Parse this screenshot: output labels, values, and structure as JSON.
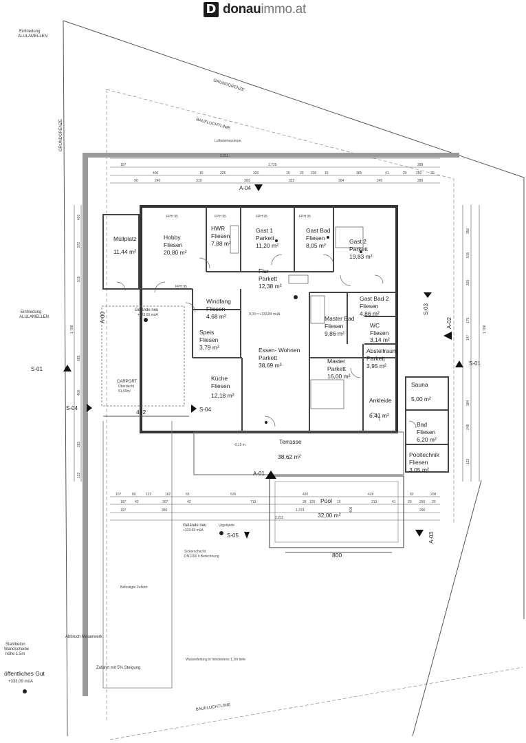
{
  "header": {
    "logo_mark": "D",
    "logo_text_bold": "donau",
    "logo_text_light": "immo.at"
  },
  "site_labels": {
    "grundgrenze_top": "GRUNDGRENZE",
    "grundgrenze_left": "GRUNDGRENZE",
    "bauflucht_top": "BAUFLUCHTLINIE",
    "bauflucht_bottom": "BAUFLUCHTLINIE",
    "einfriedung_top_1": "Einfriedung",
    "einfriedung_top_2": "ALULAMELLEN",
    "einfriedung_mid_1": "Einfriedung",
    "einfriedung_mid_2": "ALULAMELLEN",
    "stahlbeton_1": "Stahlbeton",
    "stahlbeton_2": "Wandscheibe",
    "stahlbeton_3": "höhe 1.5m",
    "oeffentlich_1": "öffentliches Gut",
    "oeffentlich_2": "+333,09 müA",
    "abbruch": "Abbruch Mauerwerk",
    "zufahrt": "Zufahrt mit 5% Steigung",
    "befestigte_zufahrt": "Befestigte Zufahrt",
    "wasserleitung": "Wasserleitung in mindestens 1,2m tiefe",
    "gelaende_neu_1": "Gelände neu",
    "gelaende_neu_1_val": "+333,69 müA",
    "gelaende_neu_2": "Gelände neu",
    "gelaende_neu_2_val": "+333,69 müA",
    "urgelaende": "Urgelände",
    "sickerschacht_1": "Sickerschacht",
    "sickerschacht_2": "DN1200 lt Berechnung",
    "level_00": "0,00 = +333,84 müA",
    "level_terrace": "-0,15 m",
    "luftwaerme_1": "Luftwärmepumpe",
    "carport_1": "CARPORT",
    "carport_2": "Überdacht",
    "carport_3": "51,59m²",
    "dim_492": "492",
    "dim_800": "800",
    "dim_400": "400"
  },
  "rooms": [
    {
      "name": "Müllplatz",
      "floor": "",
      "area": "11,44 m²"
    },
    {
      "name": "Hobby",
      "floor": "Fliesen",
      "area": "20,80 m²"
    },
    {
      "name": "HWR",
      "floor": "Fliesen",
      "area": "7,88 m²"
    },
    {
      "name": "Gast 1",
      "floor": "Parkett",
      "area": "11,20 m²"
    },
    {
      "name": "Gast Bad",
      "floor": "Fliesen",
      "area": "8,05 m²"
    },
    {
      "name": "Gast 2",
      "floor": "Parkett",
      "area": "19,83 m²"
    },
    {
      "name": "Flur",
      "floor": "Parkett",
      "area": "12,38 m²"
    },
    {
      "name": "Windfang",
      "floor": "Fliesen",
      "area": "4,68 m²"
    },
    {
      "name": "Master Bad",
      "floor": "Fliesen",
      "area": "9,86 m²"
    },
    {
      "name": "Gast Bad 2",
      "floor": "Fliesen",
      "area": "4,86 m²"
    },
    {
      "name": "WC",
      "floor": "Fliesen",
      "area": "3,14 m²"
    },
    {
      "name": "Speis",
      "floor": "Fliesen",
      "area": "3,79 m²"
    },
    {
      "name": "Essen- Wohnen",
      "floor": "Parkett",
      "area": "38,69 m²"
    },
    {
      "name": "Abstellraum",
      "floor": "Parkett",
      "area": "3,95 m²"
    },
    {
      "name": "Master",
      "floor": "Parkett",
      "area": "16,00 m²"
    },
    {
      "name": "Küche",
      "floor": "Fliesen",
      "area": "12,18 m²"
    },
    {
      "name": "Ankleide",
      "floor": "",
      "area": "6,41 m²"
    },
    {
      "name": "Sauna",
      "floor": "",
      "area": "5,00 m²"
    },
    {
      "name": "Bad",
      "floor": "Fliesen",
      "area": "6,20 m²"
    },
    {
      "name": "Terrasse",
      "floor": "",
      "area": "38,62 m²"
    },
    {
      "name": "Pooltechnik",
      "floor": "Fliesen",
      "area": "3,05 m²"
    },
    {
      "name": "Pool",
      "floor": "",
      "area": "32,00 m²"
    }
  ],
  "sections": {
    "s01_left": "S-01",
    "s01_right": "S-01",
    "s04_left": "S-04",
    "s04_mid": "S-04",
    "s03": "S-03",
    "s05": "S-05",
    "a00": "A-00",
    "a01": "A-01",
    "a02": "A-02",
    "a04": "A-04",
    "a03": "A-03",
    "fph": "FPH 95"
  },
  "dimensions": {
    "top_overall": "2.211",
    "top_row1": [
      "197",
      "1.725",
      "289"
    ],
    "top_row2": [
      "400",
      "15",
      "225",
      "320",
      "15",
      "20",
      "230",
      "15",
      "365",
      "41",
      "20",
      "250",
      "20"
    ],
    "top_row3": [
      "90",
      "240",
      "319",
      "300",
      "322",
      "304",
      "240",
      "289"
    ],
    "bottom_row1": [
      "107",
      "80",
      "122",
      "162",
      "65",
      "526",
      "420",
      "428",
      "82",
      "208"
    ],
    "bottom_row2": [
      "197",
      "42",
      "307",
      "42",
      "713",
      "28",
      "120",
      "15",
      "213",
      "41",
      "20",
      "250",
      "20"
    ],
    "bottom_row3": [
      "197",
      "350",
      "1.374",
      "290"
    ],
    "bottom_overall": "2.211",
    "left_total": "1.786",
    "right_total": "1.786",
    "left_col": [
      "420",
      "572",
      "515",
      "685",
      "400",
      "281",
      "122"
    ],
    "right_col": [
      "350",
      "515",
      "325",
      "175",
      "147",
      "384",
      "248",
      "122"
    ]
  }
}
